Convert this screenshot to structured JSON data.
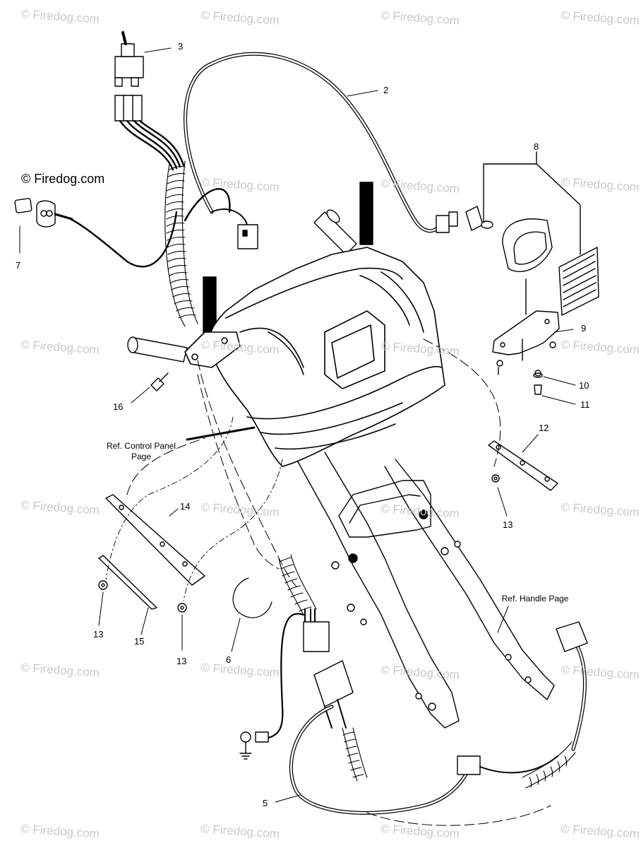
{
  "watermarks": {
    "repeated_text": "© Firedog.com",
    "main_text": "© Firedog.com"
  },
  "references": {
    "control_panel_line1": "Ref. Control Panel",
    "control_panel_line2": "Page",
    "handle": "Ref. Handle Page"
  },
  "callouts": [
    "2",
    "3",
    "5",
    "6",
    "7",
    "8",
    "9",
    "10",
    "11",
    "12",
    "13",
    "13",
    "13",
    "14",
    "15",
    "16"
  ]
}
